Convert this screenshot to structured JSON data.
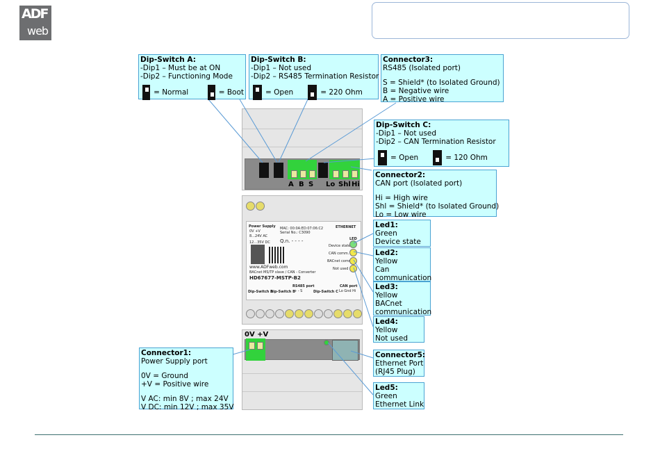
{
  "logo": {
    "top": "ADF",
    "bottom": "web"
  },
  "device": {
    "model": "HD67677-MSTP-B2",
    "website": "www.ADFweb.com",
    "description": "BACnet MS/TP slave / CAN - Converter",
    "power_supply": "Power Supply",
    "power_pins": "0V   +V",
    "power_ac": "8...24V AC",
    "power_dc": "12...35V DC",
    "mac": "MAC: 00:0A:ED:07:06:C2",
    "serial": "Serial No.: C3090",
    "qn": "Q.n.  - - - -",
    "ethernet": "ETHERNET",
    "led": "LED",
    "led_labels": [
      "Device state",
      "CAN comm.",
      "BACnet comm.",
      "Not used"
    ],
    "dip_a": "Dip-Switch A",
    "dip_b": "Dip-Switch B",
    "dip_c": "Dip-Switch C",
    "rs485_port": "RS485 port",
    "rs485_pins": "+  -  S",
    "can_port": "CAN port",
    "can_pins": "Lo  Gnd  Hi",
    "term_labels": [
      "A",
      "B",
      "S",
      "Lo",
      "Shl",
      "Hi"
    ],
    "power_term_label": "0V  +V"
  },
  "annotations": {
    "dip_a": {
      "title": "Dip-Switch A:",
      "lines": [
        "-Dip1 – Must be at ON",
        "-Dip2 – Functioning Mode"
      ],
      "opt1": "= Normal",
      "opt2": "= Boot"
    },
    "dip_b": {
      "title": "Dip-Switch B:",
      "lines": [
        "-Dip1 – Not used",
        "-Dip2 – RS485 Termination Resistor"
      ],
      "opt1": "= Open",
      "opt2": "= 220 Ohm"
    },
    "conn3": {
      "title": "Connector3:",
      "lines": [
        "RS485 (Isolated port)",
        "S = Shield* (to Isolated Ground)",
        "B = Negative wire",
        "A = Positive wire"
      ]
    },
    "dip_c": {
      "title": "Dip-Switch C:",
      "lines": [
        "-Dip1 – Not used",
        "-Dip2 – CAN Termination Resistor"
      ],
      "opt1": "= Open",
      "opt2": "= 120 Ohm"
    },
    "conn2": {
      "title": "Connector2:",
      "lines": [
        "CAN port (Isolated port)",
        "Hi = High wire",
        "Shl = Shield* (to Isolated Ground)",
        "Lo = Low wire"
      ]
    },
    "led1": {
      "title": "Led1:",
      "lines": [
        "Green",
        "Device state"
      ]
    },
    "led2": {
      "title": "Led2:",
      "lines": [
        "Yellow",
        "Can",
        "communication"
      ]
    },
    "led3": {
      "title": "Led3:",
      "lines": [
        "Yellow",
        "BACnet",
        "communication"
      ]
    },
    "led4": {
      "title": "Led4:",
      "lines": [
        "Yellow",
        "Not used"
      ]
    },
    "conn5": {
      "title": "Connector5:",
      "lines": [
        "Ethernet Port",
        "(RJ45 Plug)"
      ]
    },
    "led5": {
      "title": "Led5:",
      "lines": [
        "Green",
        "Ethernet Link"
      ]
    },
    "conn1": {
      "title": "Connector1:",
      "lines": [
        "Power Supply port",
        "0V = Ground",
        "+V = Positive wire",
        "V AC: min 8V ; max 24V",
        "V DC: min 12V ; max 35V"
      ]
    }
  },
  "colors": {
    "annotation_bg": "#ccffff",
    "annotation_border": "#4aa3d3",
    "terminal_green": "#32d23c",
    "led_green": "#7be07b",
    "led_yellow": "#f2e84a"
  }
}
